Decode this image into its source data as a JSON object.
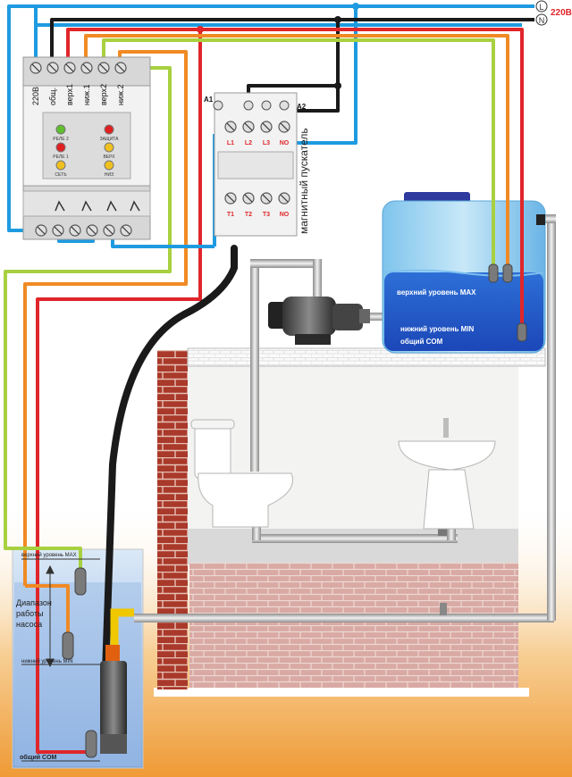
{
  "power": {
    "phase_symbol": "L",
    "neutral_symbol": "N",
    "voltage": "220В"
  },
  "relay": {
    "terminals": [
      "220В",
      "общ.",
      "верх1",
      "ниж.1",
      "верх2",
      "ниж.2"
    ],
    "indicators": [
      {
        "label": "РЕЛЕ 2",
        "color": "#5fbf2f"
      },
      {
        "label": "ЗАЩИТА",
        "color": "#e02020"
      },
      {
        "label": "РЕЛЕ 1",
        "color": "#e02020"
      },
      {
        "label": "ВЕРХ",
        "color": "#f0c020"
      },
      {
        "label": "СЕТЬ",
        "color": "#f0c020"
      },
      {
        "label": "НИЗ",
        "color": "#f0c020"
      }
    ]
  },
  "contactor": {
    "title": "магнитный пускатель",
    "coil_a1": "A1",
    "coil_a2": "A2",
    "top_terminals": [
      "L1",
      "L2",
      "L3",
      "NO"
    ],
    "bottom_terminals": [
      "T1",
      "T2",
      "T3",
      "NO"
    ]
  },
  "tank": {
    "upper_level": "верхний уровень MAX",
    "lower_level": "нижний уровень MIN",
    "common": "общий COM"
  },
  "well": {
    "upper_level": "верхний уровень MAX",
    "range_label": [
      "Диапазон",
      "работы",
      "насоса"
    ],
    "lower_level": "нижний уровень MIN",
    "common": "общий COM"
  },
  "colors": {
    "phase": "#1e9be0",
    "neutral": "#1a1a1a",
    "red": "#e0262a",
    "orange": "#f08a24",
    "green": "#a8d040",
    "brick": "#b5412c",
    "water": "#2f6fd0",
    "ground": "#f2a64a"
  }
}
